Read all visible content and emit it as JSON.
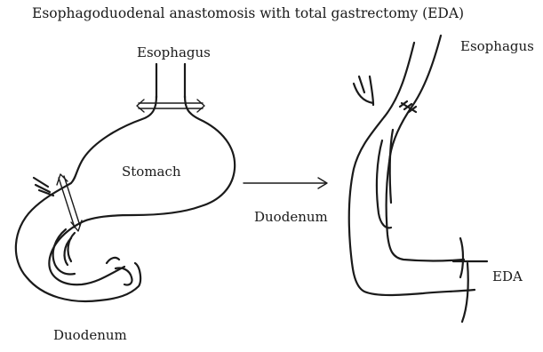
{
  "figure": {
    "title": "Esophagoduodenal anastomosis with total gastrectomy (EDA)",
    "labels": {
      "esophagus_left": "Esophagus",
      "stomach": "Stomach",
      "duodenum_left": "Duodenum",
      "esophagus_right": "Esophagus",
      "duodenum_right": "Duodenum",
      "eda": "EDA"
    }
  }
}
